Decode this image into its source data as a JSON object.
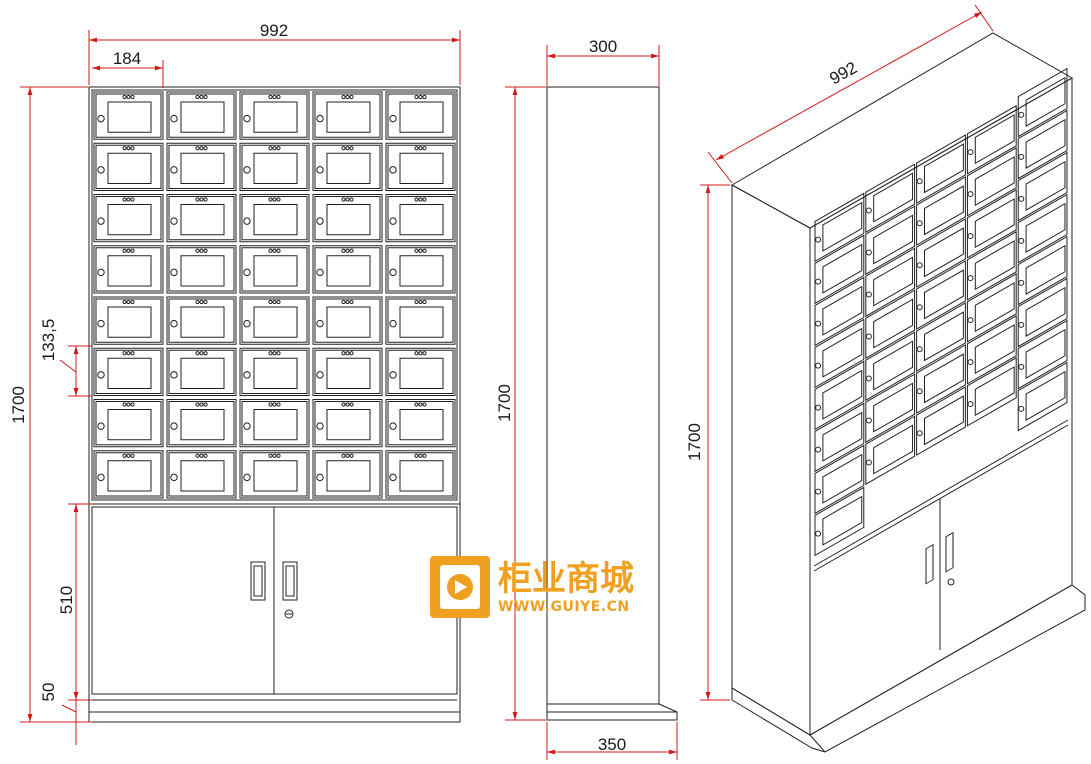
{
  "dimensions": {
    "front_width": "992",
    "column_width": "184",
    "compartment_height": "133,5",
    "total_height": "1700",
    "lower_cabinet_height": "510",
    "base_height": "50",
    "side_depth_top": "300",
    "side_depth_base": "350",
    "side_height": "1700",
    "iso_width": "992",
    "iso_height": "1700"
  },
  "watermark": {
    "name": "柜业商城",
    "url": "WWW.GUIYE.CN"
  },
  "colors": {
    "line": "#222222",
    "dimension": "#d01818",
    "brand": "#f0a020"
  },
  "front_grid": {
    "columns": 5,
    "rows": 8
  },
  "iso_grid": {
    "columns": 5
  }
}
